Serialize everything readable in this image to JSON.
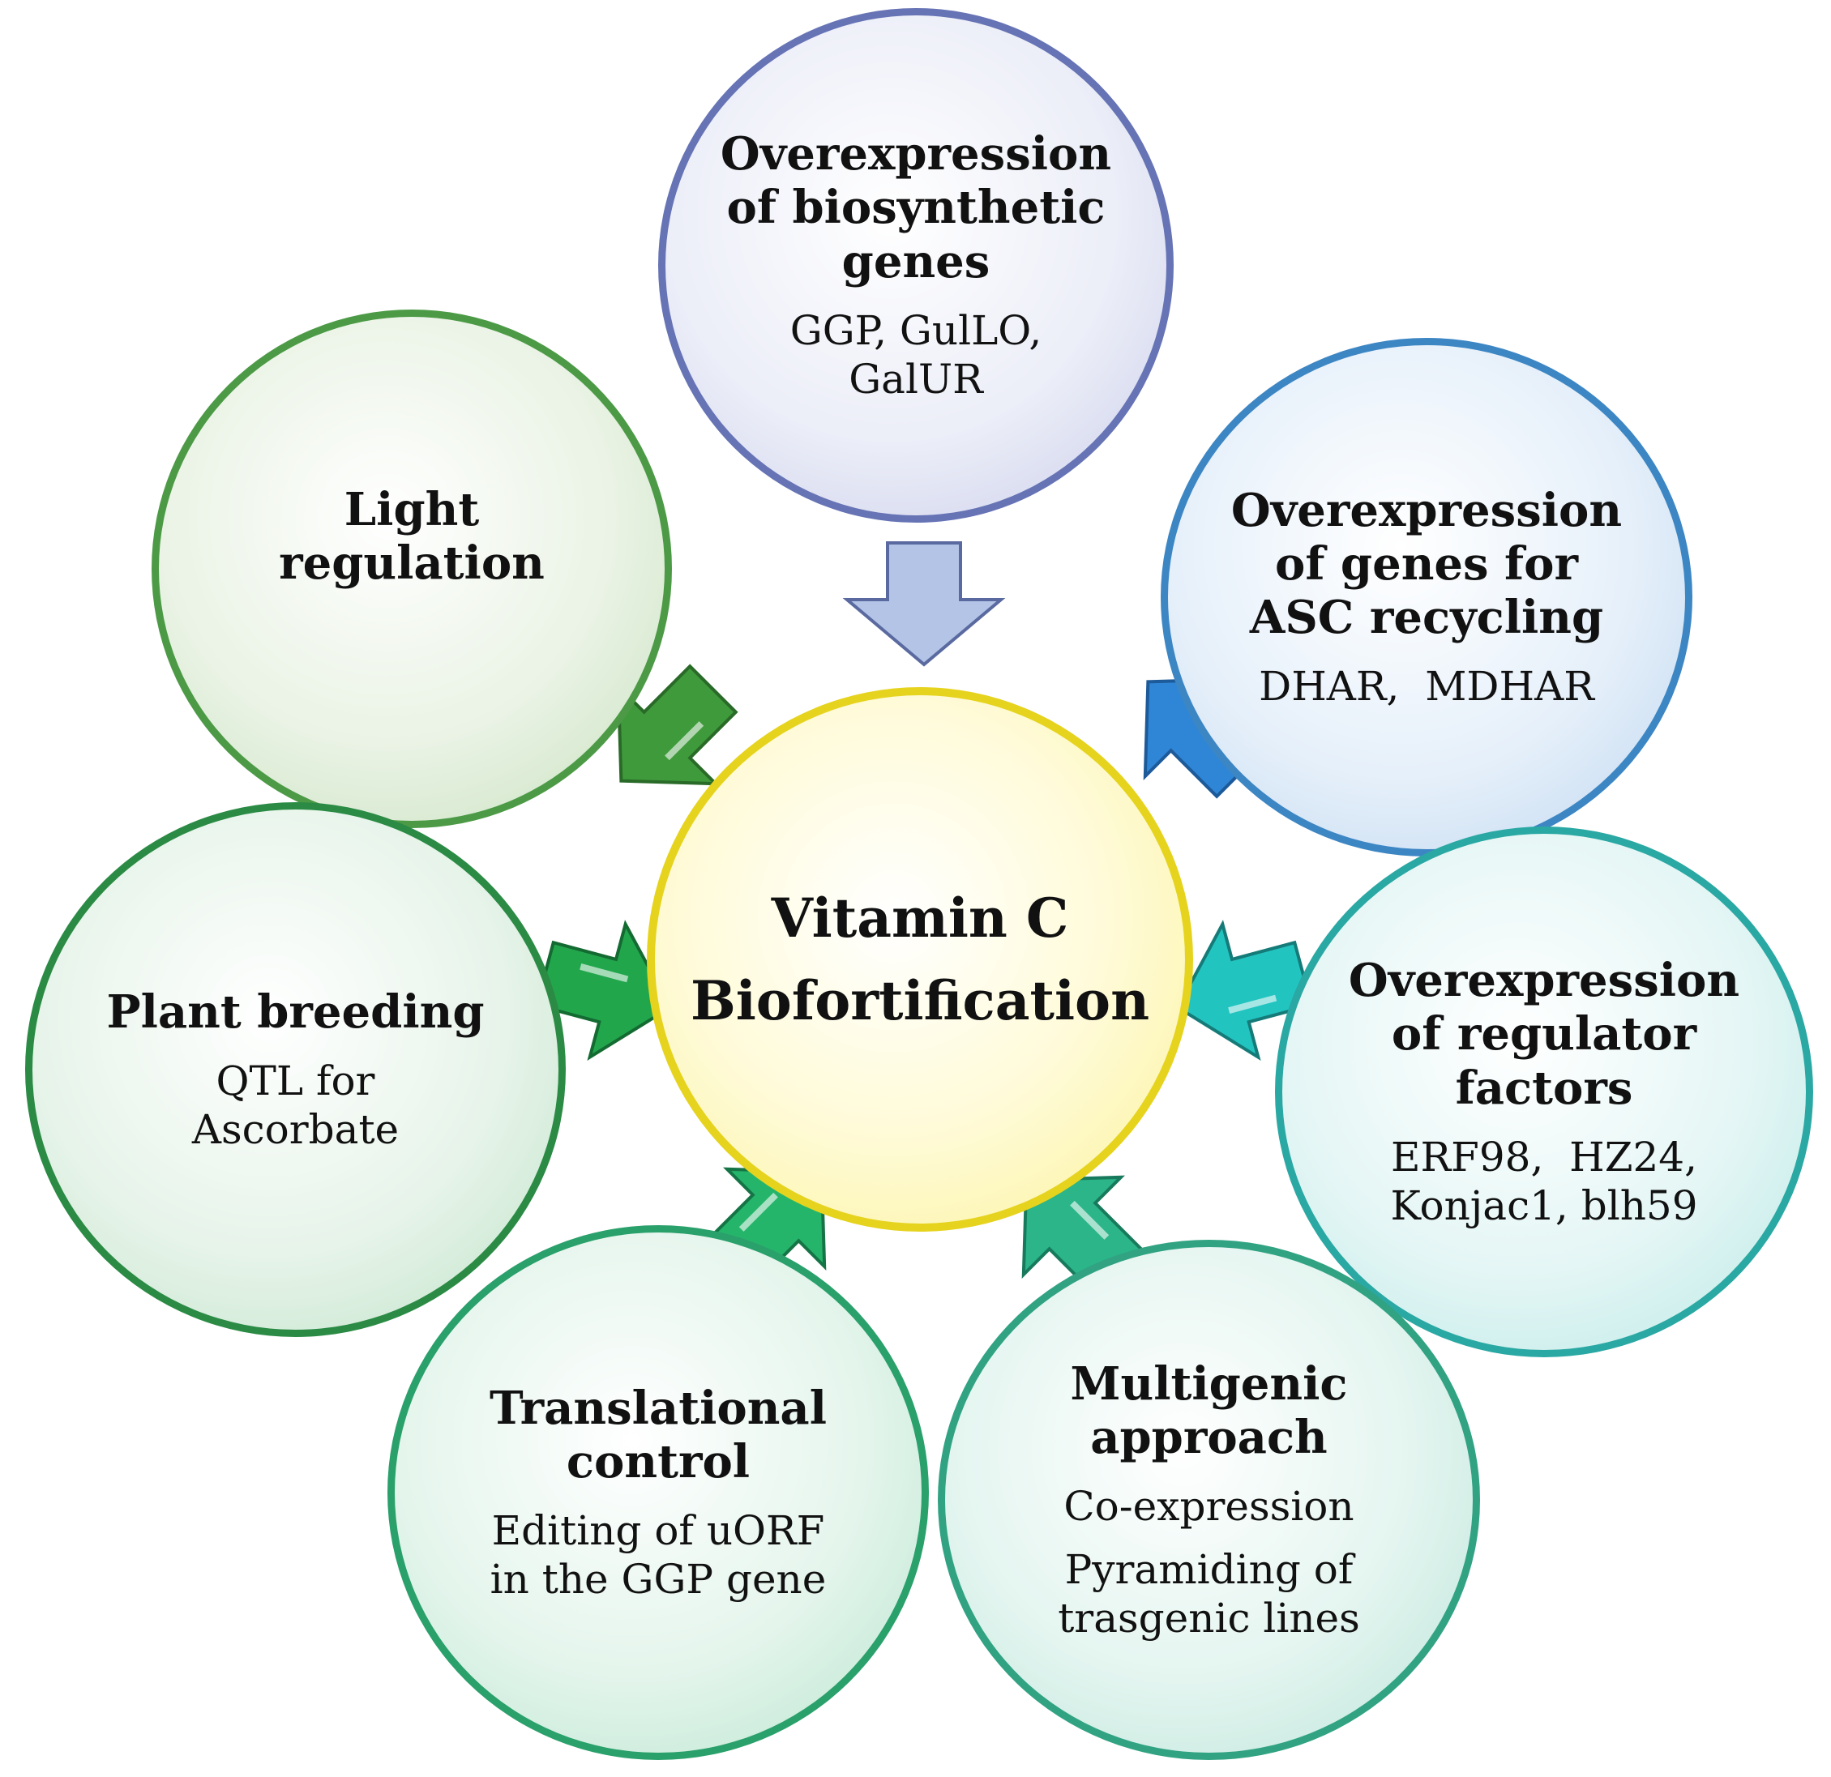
{
  "center": {
    "title_line1": "Vitamin C",
    "title_line2": "Biofortification",
    "color": "#e6d31e"
  },
  "nodes": {
    "biosynthetic": {
      "title_lines": [
        "Overexpression",
        "of biosynthetic",
        "genes"
      ],
      "detail_lines": [
        "GGP, GulLO,",
        "GalUR"
      ],
      "color": "#6673b5"
    },
    "light": {
      "title_lines": [
        "Light",
        "regulation"
      ],
      "color": "#4c9a46"
    },
    "recycling": {
      "title_lines": [
        "Overexpression",
        "of genes for",
        "ASC recycling"
      ],
      "detail_lines": [
        "DHAR,  MDHAR"
      ],
      "color": "#3d86c4"
    },
    "breeding": {
      "title_lines": [
        "Plant breeding"
      ],
      "detail_lines": [
        "QTL for",
        "Ascorbate"
      ],
      "color": "#2b8b45"
    },
    "regulator": {
      "title_lines": [
        "Overexpression",
        "of regulator",
        "factors"
      ],
      "detail_lines": [
        "ERF98,  HZ24,",
        "Konjac1, blh59"
      ],
      "color": "#2aa8a3"
    },
    "translational": {
      "title_lines": [
        "Translational",
        "control"
      ],
      "detail_lines": [
        "Editing of uORF",
        "in the GGP gene"
      ],
      "color": "#2aa06b"
    },
    "multigenic": {
      "title_lines": [
        "Multigenic",
        "approach"
      ],
      "detail_lines": [
        "Co-expression"
      ],
      "detail2_lines": [
        "Pyramiding of",
        "trasgenic lines"
      ],
      "color": "#31a382"
    }
  },
  "arrow_colors": {
    "biosynthetic": "#b3c4e6",
    "light": "#3f9a3c",
    "recycling": "#2f86d6",
    "breeding": "#22a64c",
    "regulator": "#22c4c0",
    "translational": "#25b56a",
    "multigenic": "#2bb589"
  }
}
